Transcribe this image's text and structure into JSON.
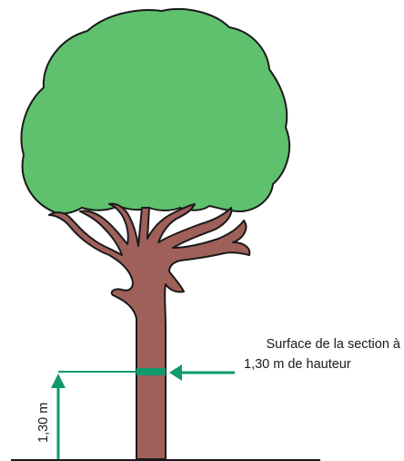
{
  "caption": {
    "line1": "Surface de la section à",
    "line2": "1,30 m de hauteur"
  },
  "height_label": "1,30 m",
  "colors": {
    "crown": "#5fc06d",
    "trunk": "#a0605a",
    "arrow": "#109a6c",
    "outline": "#1a1a1a"
  }
}
